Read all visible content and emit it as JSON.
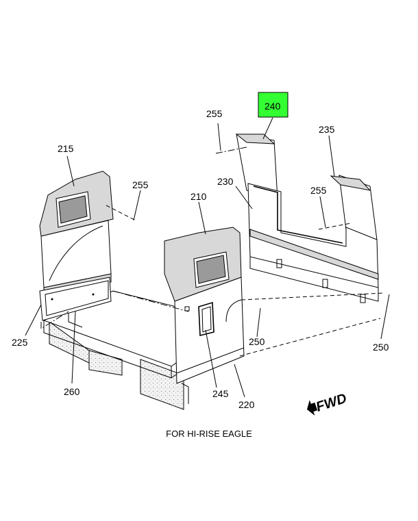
{
  "callouts": [
    {
      "id": "215",
      "label": "215"
    },
    {
      "id": "255a",
      "label": "255"
    },
    {
      "id": "210",
      "label": "210"
    },
    {
      "id": "240",
      "label": "240",
      "highlight": "#33ff33"
    },
    {
      "id": "255b",
      "label": "255"
    },
    {
      "id": "235",
      "label": "235"
    },
    {
      "id": "230",
      "label": "230"
    },
    {
      "id": "255c",
      "label": "255"
    },
    {
      "id": "225",
      "label": "225"
    },
    {
      "id": "260",
      "label": "260"
    },
    {
      "id": "250a",
      "label": "250"
    },
    {
      "id": "245",
      "label": "245"
    },
    {
      "id": "220",
      "label": "220"
    },
    {
      "id": "250b",
      "label": "250"
    }
  ],
  "fwd_symbol": "FWD",
  "caption": "FOR HI-RISE EAGLE",
  "colors": {
    "highlight": "#33ff33",
    "line": "#000000"
  }
}
